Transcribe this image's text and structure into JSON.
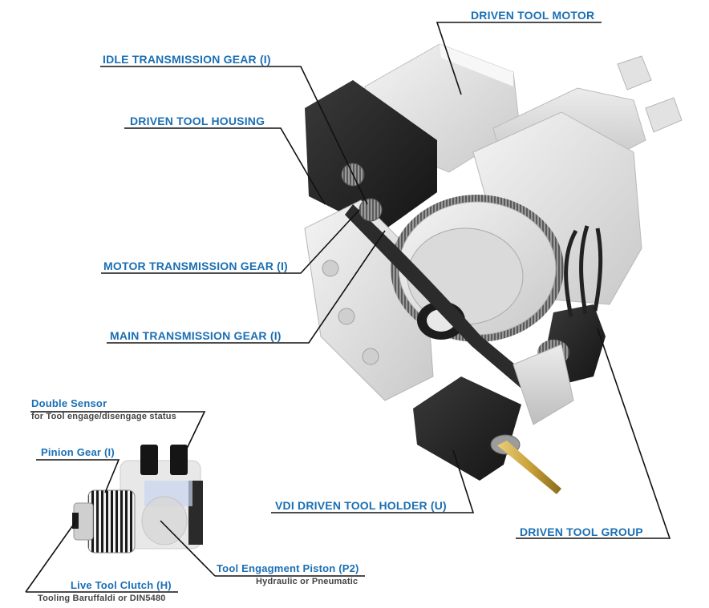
{
  "colors": {
    "label_blue": "#1a6fb4",
    "leader_black": "#111111",
    "housing_black": "#1e1e1e",
    "body_grey": "#e3e3e3",
    "drill_gold": "#c9a23a"
  },
  "labels": {
    "driven_tool_motor": "DRIVEN TOOL MOTOR",
    "idle_transmission_gear": "IDLE TRANSMISSION GEAR (I)",
    "driven_tool_housing": "DRIVEN TOOL HOUSING",
    "motor_transmission_gear": "MOTOR TRANSMISSION GEAR (I)",
    "main_transmission_gear": "MAIN TRANSMISSION GEAR (I)",
    "vdi_driven_tool_holder": "VDI DRIVEN TOOL HOLDER (U)",
    "driven_tool_group": "DRIVEN TOOL GROUP"
  },
  "detail": {
    "double_sensor": "Double Sensor",
    "double_sensor_sub": "for Tool engage/disengage status",
    "pinion_gear": "Pinion Gear (I)",
    "tool_engagement_piston": "Tool Engagment Piston (P2)",
    "tool_engagement_piston_sub": "Hydraulic or Pneumatic",
    "live_tool_clutch": "Live Tool Clutch (H)",
    "live_tool_clutch_sub": "Tooling  Baruffaldi or DIN5480"
  },
  "icons": {
    "turret_assembly": "turret-assembly-illustration",
    "clutch_assembly": "live-tool-clutch-illustration"
  }
}
